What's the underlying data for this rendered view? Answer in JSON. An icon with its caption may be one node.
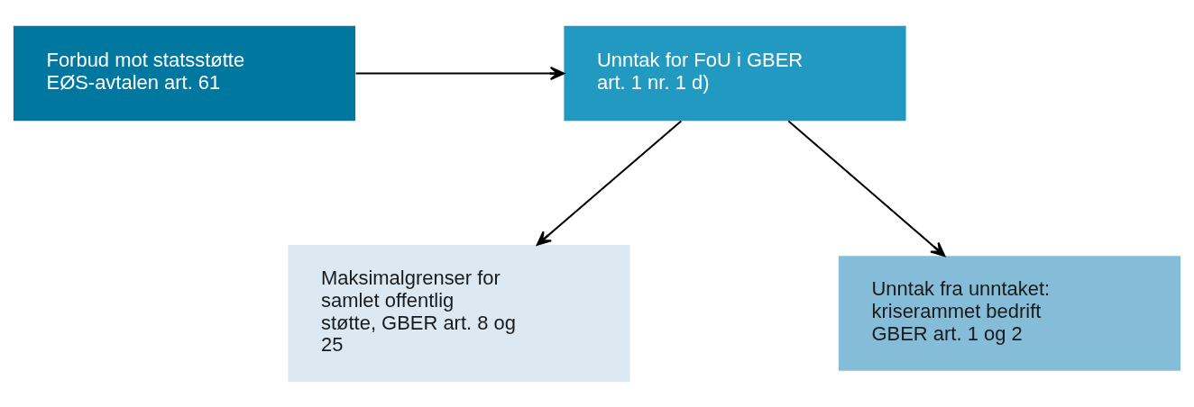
{
  "diagram": {
    "nodes": [
      {
        "text": [
          "Forbud mot statsstøtte EØS-avtalen art. 61"
        ]
      },
      {
        "text": [
          "Unntak for FoU i GBER art. 1 nr. 1 d)"
        ]
      },
      {
        "text": [
          "Maksimalgrenser for samlet offentlig støtte, GBER art. 8 og 25"
        ]
      },
      {
        "text": [
          "Unntak fra unntaket: kriserammet bedrift GBER art. 1 og 2"
        ]
      }
    ],
    "edges": [
      {
        "from": 0,
        "to": 1,
        "arrow": "to"
      },
      {
        "from": 1,
        "to": 2,
        "arrow": "to"
      },
      {
        "from": 1,
        "to": 3,
        "arrow": "to"
      }
    ]
  }
}
